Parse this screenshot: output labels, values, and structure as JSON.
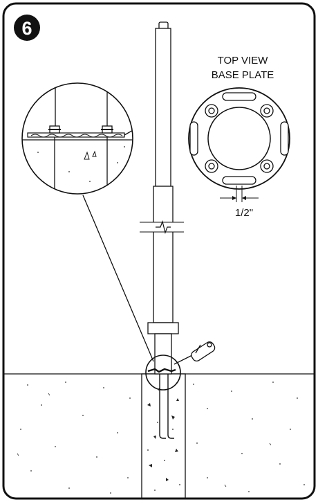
{
  "step": {
    "number": "6"
  },
  "top_view": {
    "line1": "TOP VIEW",
    "line2": "BASE PLATE"
  },
  "dimension": {
    "label": "1/2\""
  },
  "colors": {
    "ink": "#111111",
    "paper": "#ffffff"
  }
}
